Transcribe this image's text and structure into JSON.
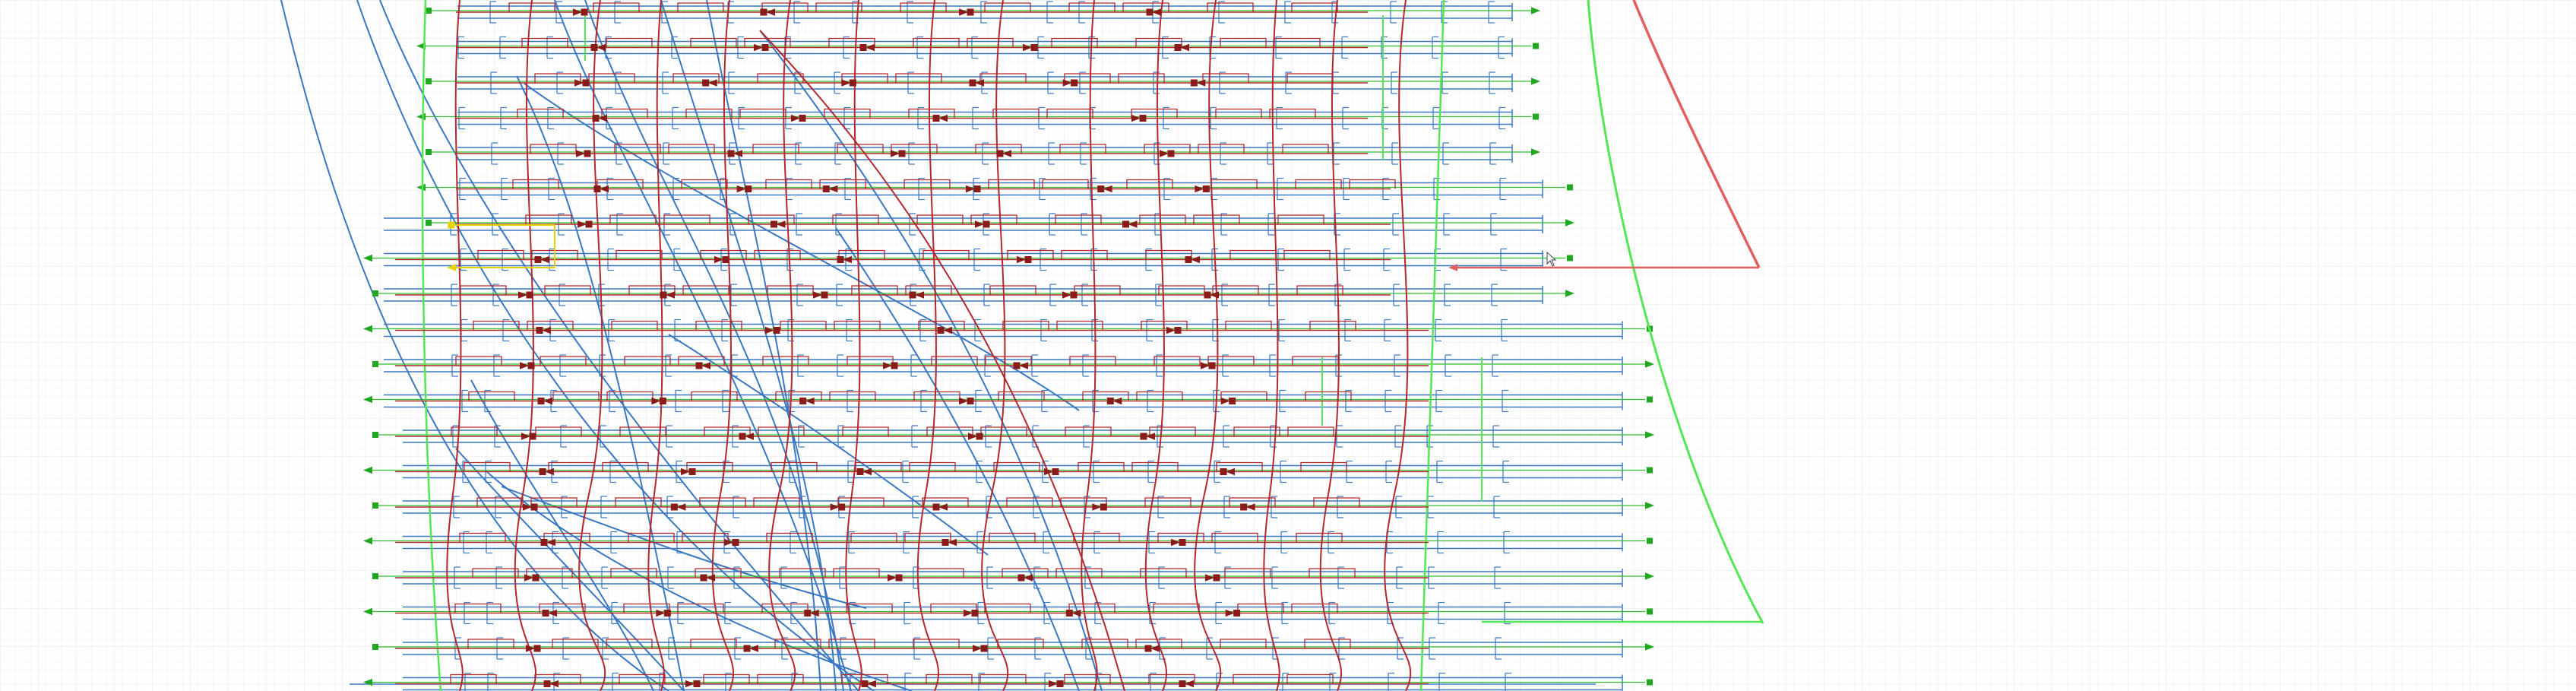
{
  "canvas": {
    "background": "#ffffff",
    "grid_color": "#e6e6e6",
    "grid_minor_color": "#f1f1f1"
  },
  "colors": {
    "red_wire": "#b3282d",
    "red_node": "#8b1a1a",
    "blue_wire": "#3a78c2",
    "green_wire": "#2fbf2f",
    "bright_green": "#55e655",
    "green_node": "#21a821",
    "yellow_selected": "#e6d200",
    "salmon_arc": "#e06060"
  },
  "diagram": {
    "kind": "dense circuit / wiring schematic",
    "row_count": 20,
    "rows": [
      {
        "right_terminal": "arrow"
      },
      {
        "right_terminal": "square"
      },
      {
        "right_terminal": "arrow"
      },
      {
        "right_terminal": "square"
      },
      {
        "right_terminal": "arrow"
      },
      {
        "right_terminal": "square"
      },
      {
        "right_terminal": "arrow"
      },
      {
        "right_terminal": "arrow-left"
      },
      {
        "right_terminal": "arrow"
      },
      {
        "right_terminal": "square"
      },
      {
        "right_terminal": "arrow"
      },
      {
        "right_terminal": "square"
      },
      {
        "right_terminal": "arrow"
      },
      {
        "right_terminal": "square"
      },
      {
        "right_terminal": "arrow"
      },
      {
        "right_terminal": "square"
      },
      {
        "right_terminal": "arrow"
      },
      {
        "right_terminal": "square"
      },
      {
        "right_terminal": "arrow"
      },
      {
        "right_terminal": "square"
      }
    ]
  },
  "cursor": {
    "icon": "mouse-pointer-icon"
  }
}
